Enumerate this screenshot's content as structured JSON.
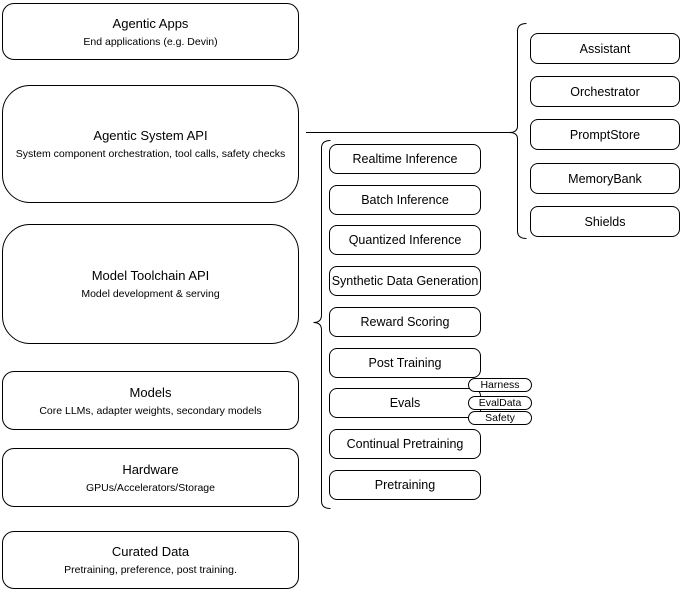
{
  "left_stack": [
    {
      "title": "Agentic Apps",
      "subtitle": "End applications (e.g. Devin)"
    },
    {
      "title": "Agentic System API",
      "subtitle": "System component orchestration, tool calls, safety checks"
    },
    {
      "title": "Model Toolchain API",
      "subtitle": "Model development & serving"
    },
    {
      "title": "Models",
      "subtitle": "Core LLMs, adapter weights, secondary models"
    },
    {
      "title": "Hardware",
      "subtitle": "GPUs/Accelerators/Storage"
    },
    {
      "title": "Curated Data",
      "subtitle": "Pretraining, preference, post training."
    }
  ],
  "toolchain": [
    "Realtime Inference",
    "Batch Inference",
    "Quantized Inference",
    "Synthetic Data Generation",
    "Reward Scoring",
    "Post Training",
    "Evals",
    "Continual Pretraining",
    "Pretraining"
  ],
  "eval_tags": [
    "Harness",
    "EvalData",
    "Safety"
  ],
  "system_components": [
    "Assistant",
    "Orchestrator",
    "PromptStore",
    "MemoryBank",
    "Shields"
  ],
  "colors": {
    "stroke": "#000000",
    "fill": "#ffffff",
    "background": "#ffffff",
    "text": "#000000"
  }
}
